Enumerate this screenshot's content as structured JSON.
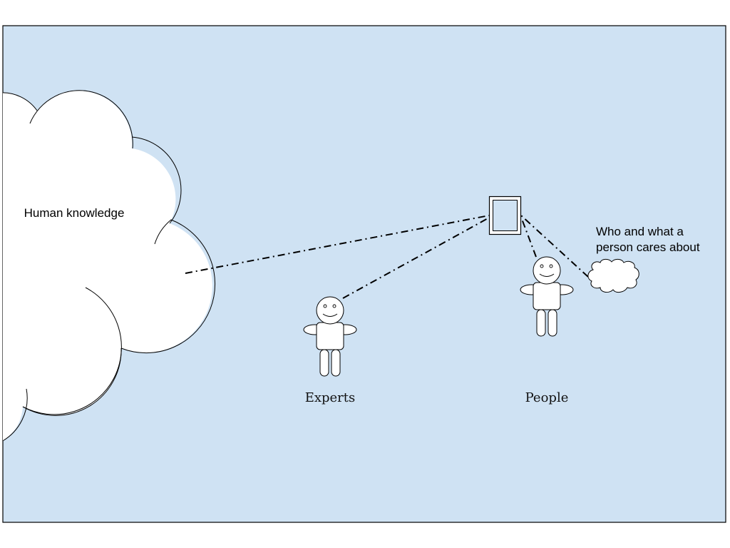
{
  "diagram": {
    "background_color": "#cfe2f3",
    "cloud_large_label": "Human knowledge",
    "cloud_small_label_line1": "Who and what a",
    "cloud_small_label_line2": "person cares about",
    "experts_label": "Experts",
    "people_label": "People",
    "nodes": [
      {
        "id": "human-knowledge",
        "type": "cloud",
        "label": "Human knowledge"
      },
      {
        "id": "device",
        "type": "rectangle",
        "label": ""
      },
      {
        "id": "experts",
        "type": "person",
        "label": "Experts"
      },
      {
        "id": "people",
        "type": "person",
        "label": "People"
      },
      {
        "id": "cares",
        "type": "cloud",
        "label": "Who and what a person cares about"
      }
    ],
    "edges": [
      {
        "from": "human-knowledge",
        "to": "device",
        "style": "dash-dot"
      },
      {
        "from": "experts",
        "to": "device",
        "style": "dash-dot"
      },
      {
        "from": "people",
        "to": "device",
        "style": "dash-dot"
      },
      {
        "from": "cares",
        "to": "device",
        "style": "dash-dot"
      }
    ]
  }
}
